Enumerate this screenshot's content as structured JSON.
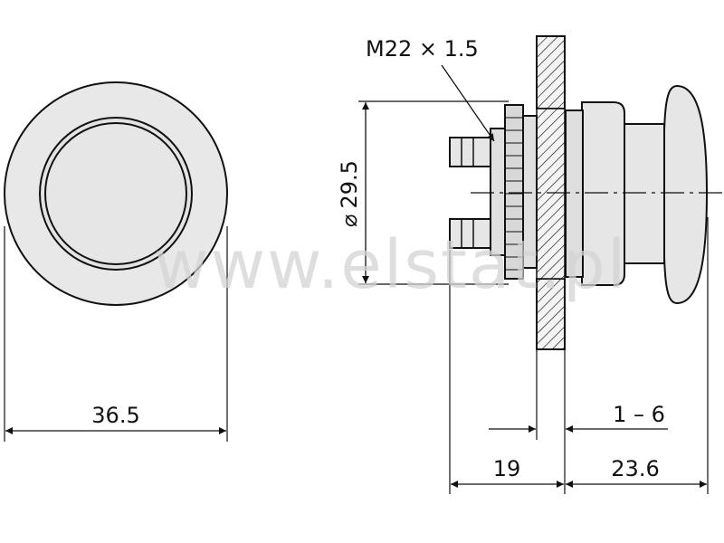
{
  "title": "",
  "dimensions": {
    "front_diameter": "36.5",
    "bezel_diameter_value": "29.5",
    "thread": "M22 × 1.5",
    "panel_thickness": "1 – 6",
    "depth_behind_panel": "19",
    "depth_front": "23.6"
  },
  "symbols": {
    "diameter": "⌀"
  },
  "watermark": "www.elstat.pl",
  "colors": {
    "part_fill": "#e6e6e6",
    "line": "#111111",
    "hatch_fill": "#f2f2f2"
  }
}
